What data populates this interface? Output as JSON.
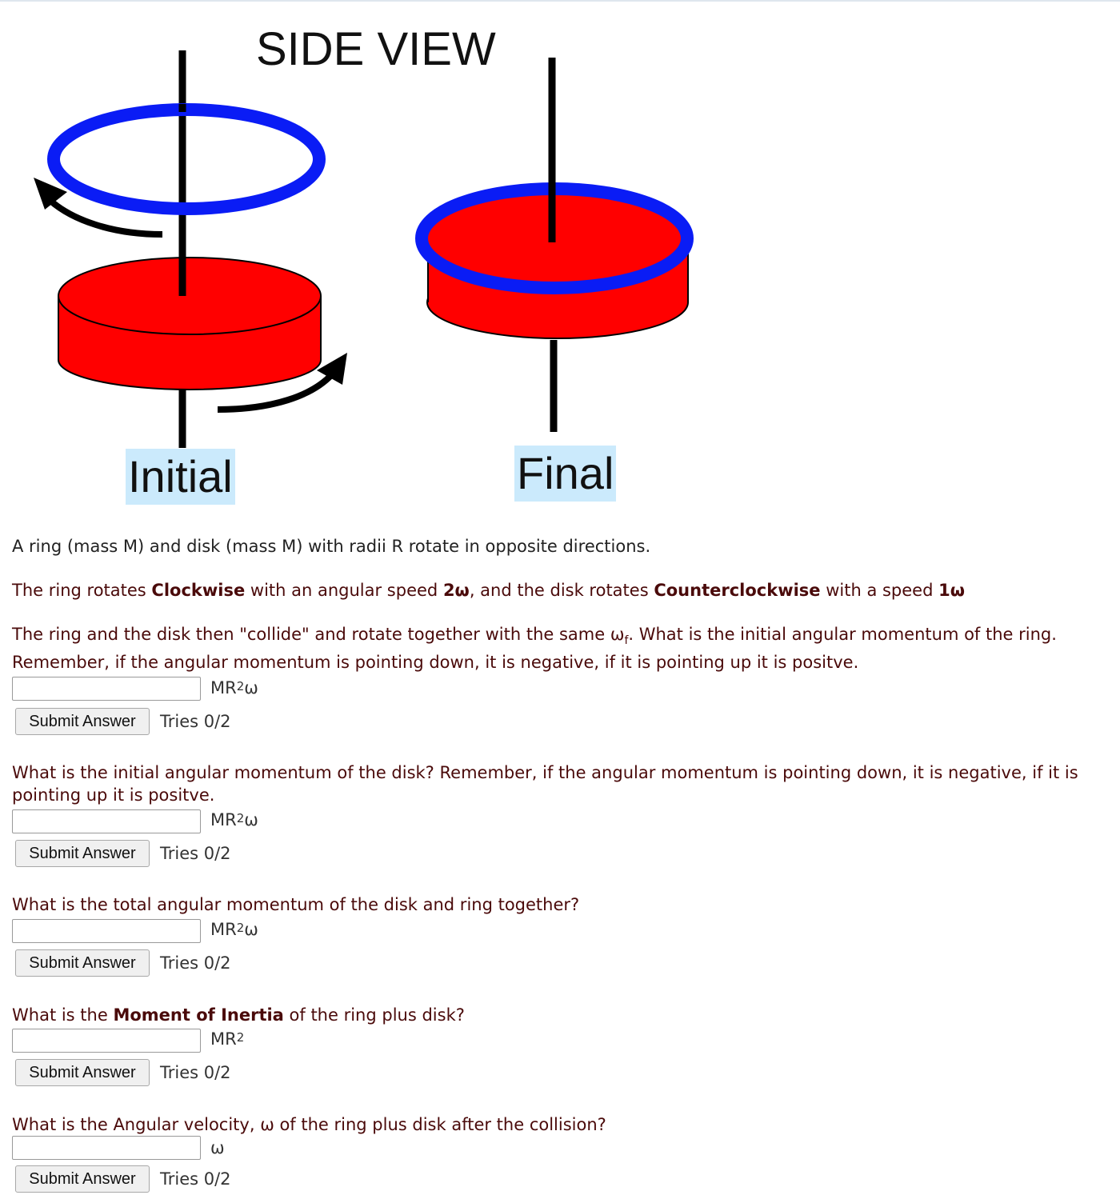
{
  "figure": {
    "title": "SIDE VIEW",
    "label_initial": "Initial",
    "label_final": "Final",
    "colors": {
      "ring": "#0a1cf5",
      "disk": "#ff0000",
      "axis": "#000000",
      "label_bg": "#cbeafc"
    }
  },
  "intro": {
    "line1": "A ring (mass M) and disk (mass M) with radii R rotate in opposite directions.",
    "line2_a": "The ring rotates ",
    "line2_b": "Clockwise",
    "line2_c": " with an angular speed ",
    "line2_d": "2ω",
    "line2_e": ", and the disk rotates ",
    "line2_f": "Counterclockwise",
    "line2_g": " with a speed ",
    "line2_h": "1ω",
    "line3_a": "The ring and the disk then \"collide\" and rotate together with the same ω",
    "line3_sub": "f",
    "line3_b": ". What is the initial angular momentum of the ring.",
    "line4": "Remember, if the angular momentum is pointing down, it is negative, if it is pointing up it is positve."
  },
  "questions": [
    {
      "prompt": "",
      "unit_base": "MR",
      "unit_sup": "2",
      "unit_tail": "ω",
      "submit_label": "Submit Answer",
      "tries": "Tries 0/2"
    },
    {
      "prompt": "What is the initial angular momentum of the disk? Remember, if the angular momentum is pointing down, it is negative, if it is pointing up it is positve.",
      "unit_base": "MR",
      "unit_sup": "2",
      "unit_tail": "ω",
      "submit_label": "Submit Answer",
      "tries": "Tries 0/2"
    },
    {
      "prompt": "What is the total angular momentum of the disk and ring together?",
      "unit_base": "MR",
      "unit_sup": "2",
      "unit_tail": "ω",
      "submit_label": "Submit Answer",
      "tries": "Tries 0/2"
    },
    {
      "prompt_a": "What is the ",
      "prompt_b": "Moment of Inertia",
      "prompt_c": " of the ring plus disk?",
      "unit_base": "MR",
      "unit_sup": "2",
      "unit_tail": "",
      "submit_label": "Submit Answer",
      "tries": "Tries 0/2"
    },
    {
      "prompt": "What is the Angular velocity, ω of the ring plus disk after the collision?",
      "unit_base": "ω",
      "unit_sup": "",
      "unit_tail": "",
      "submit_label": "Submit Answer",
      "tries": "Tries 0/2"
    }
  ]
}
